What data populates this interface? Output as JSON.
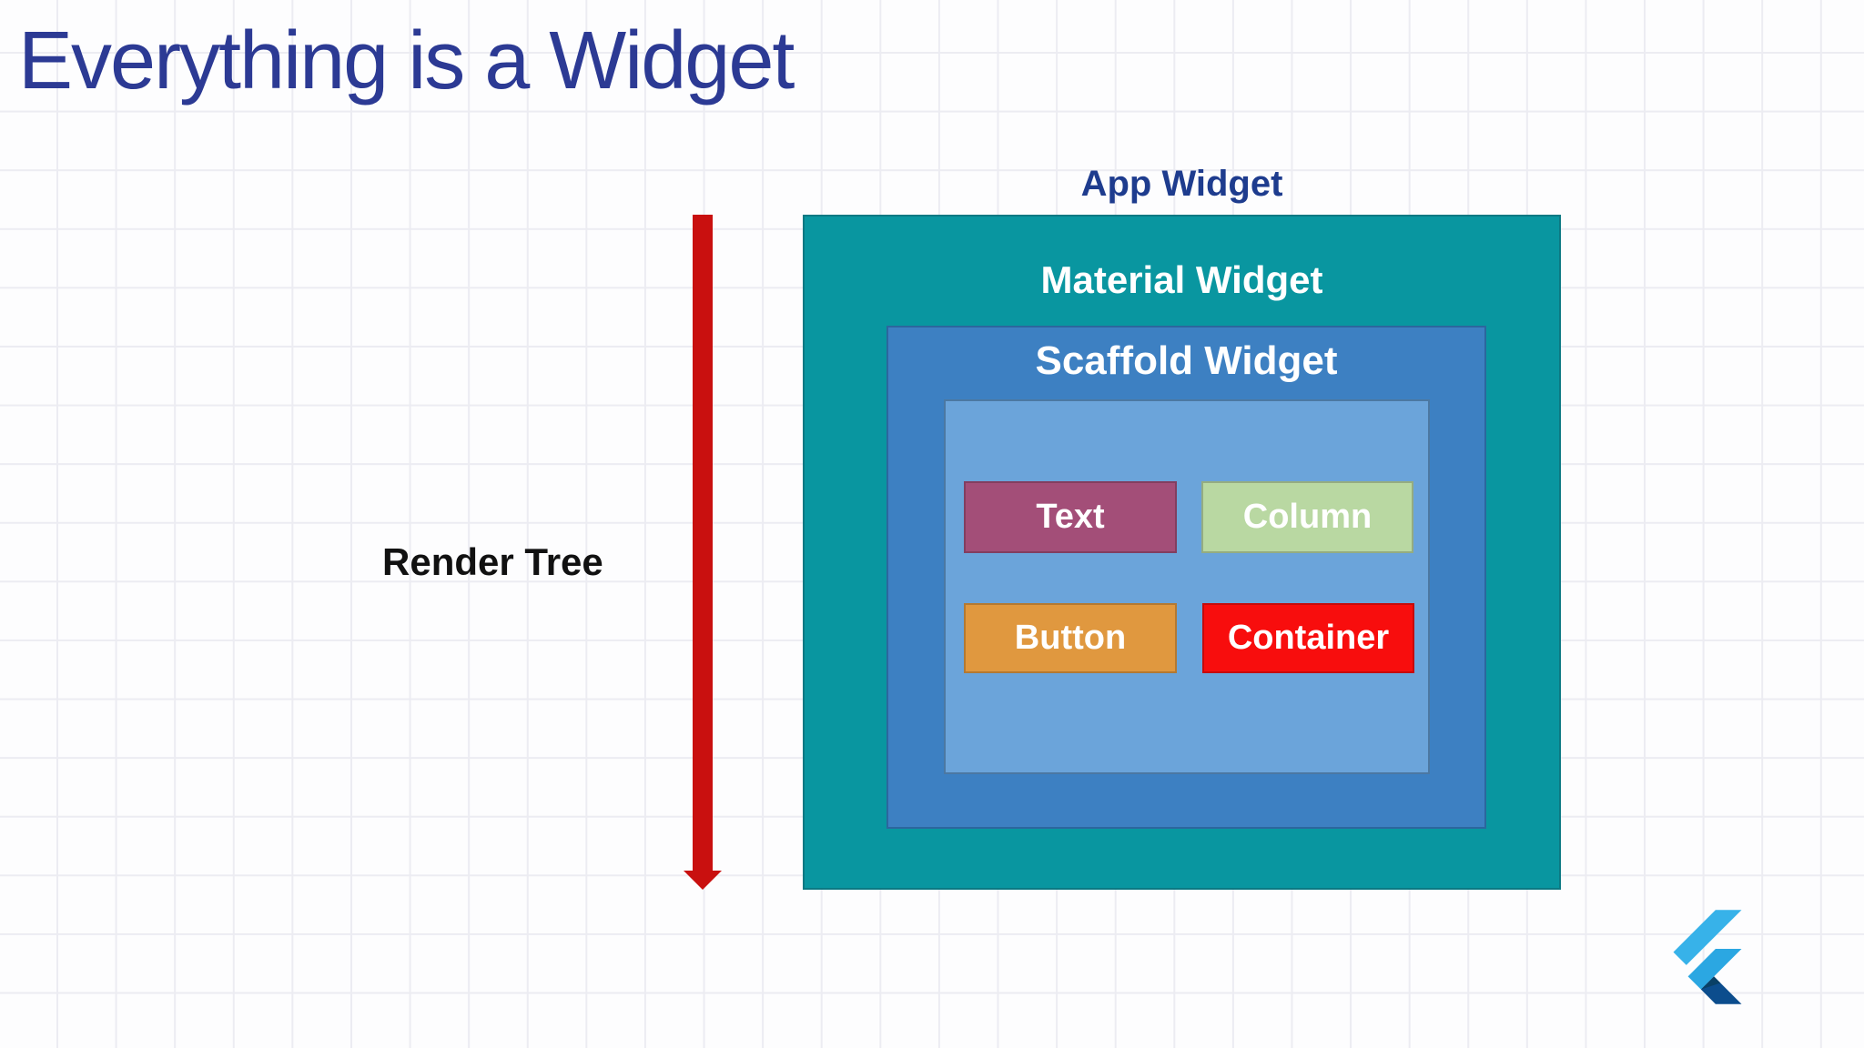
{
  "slide": {
    "title": "Everything is a Widget",
    "arrow_label": "Render Tree"
  },
  "diagram": {
    "app_widget_label": "App Widget",
    "material_widget_label": "Material Widget",
    "scaffold_widget_label": "Scaffold Widget",
    "widgets": [
      {
        "label": "Text",
        "color": "#a34e78"
      },
      {
        "label": "Column",
        "color": "#b9d8a2"
      },
      {
        "label": "Button",
        "color": "#e0983f"
      },
      {
        "label": "Container",
        "color": "#f80d0d"
      }
    ]
  },
  "colors": {
    "title_text": "#2c3a94",
    "label_navy": "#1e3c8e",
    "app_material_box": "#0996a0",
    "scaffold_box": "#3d80c2",
    "inner_body_box": "#6ba4da",
    "arrow_red": "#c9100f",
    "render_tree_text": "#111111",
    "grid_line": "#ececf2",
    "flutter_light_blue": "#37b2e9",
    "flutter_mid_blue": "#2ba7e2",
    "flutter_dark_blue": "#0c4d8d"
  },
  "footer": {
    "logo_icon": "flutter-logo"
  }
}
